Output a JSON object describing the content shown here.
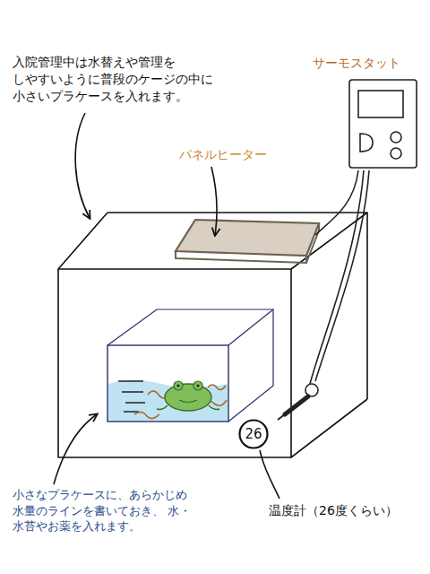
{
  "diagram": {
    "nodes": [
      {
        "text": [
          "サーモスタット"
        ]
      },
      {
        "text": [
          "26"
        ]
      }
    ],
    "labels": [
      "入院管理中は水替えや管理を しやすいように普段のケージの中に 小さいプラケースを入れます。",
      "パネルヒーター",
      "小さなプラケースに、あらかじめ 水量のラインを書いておき、 水・水苔やお薬を入れます。",
      "温度計（26度くらい）"
    ]
  }
}
